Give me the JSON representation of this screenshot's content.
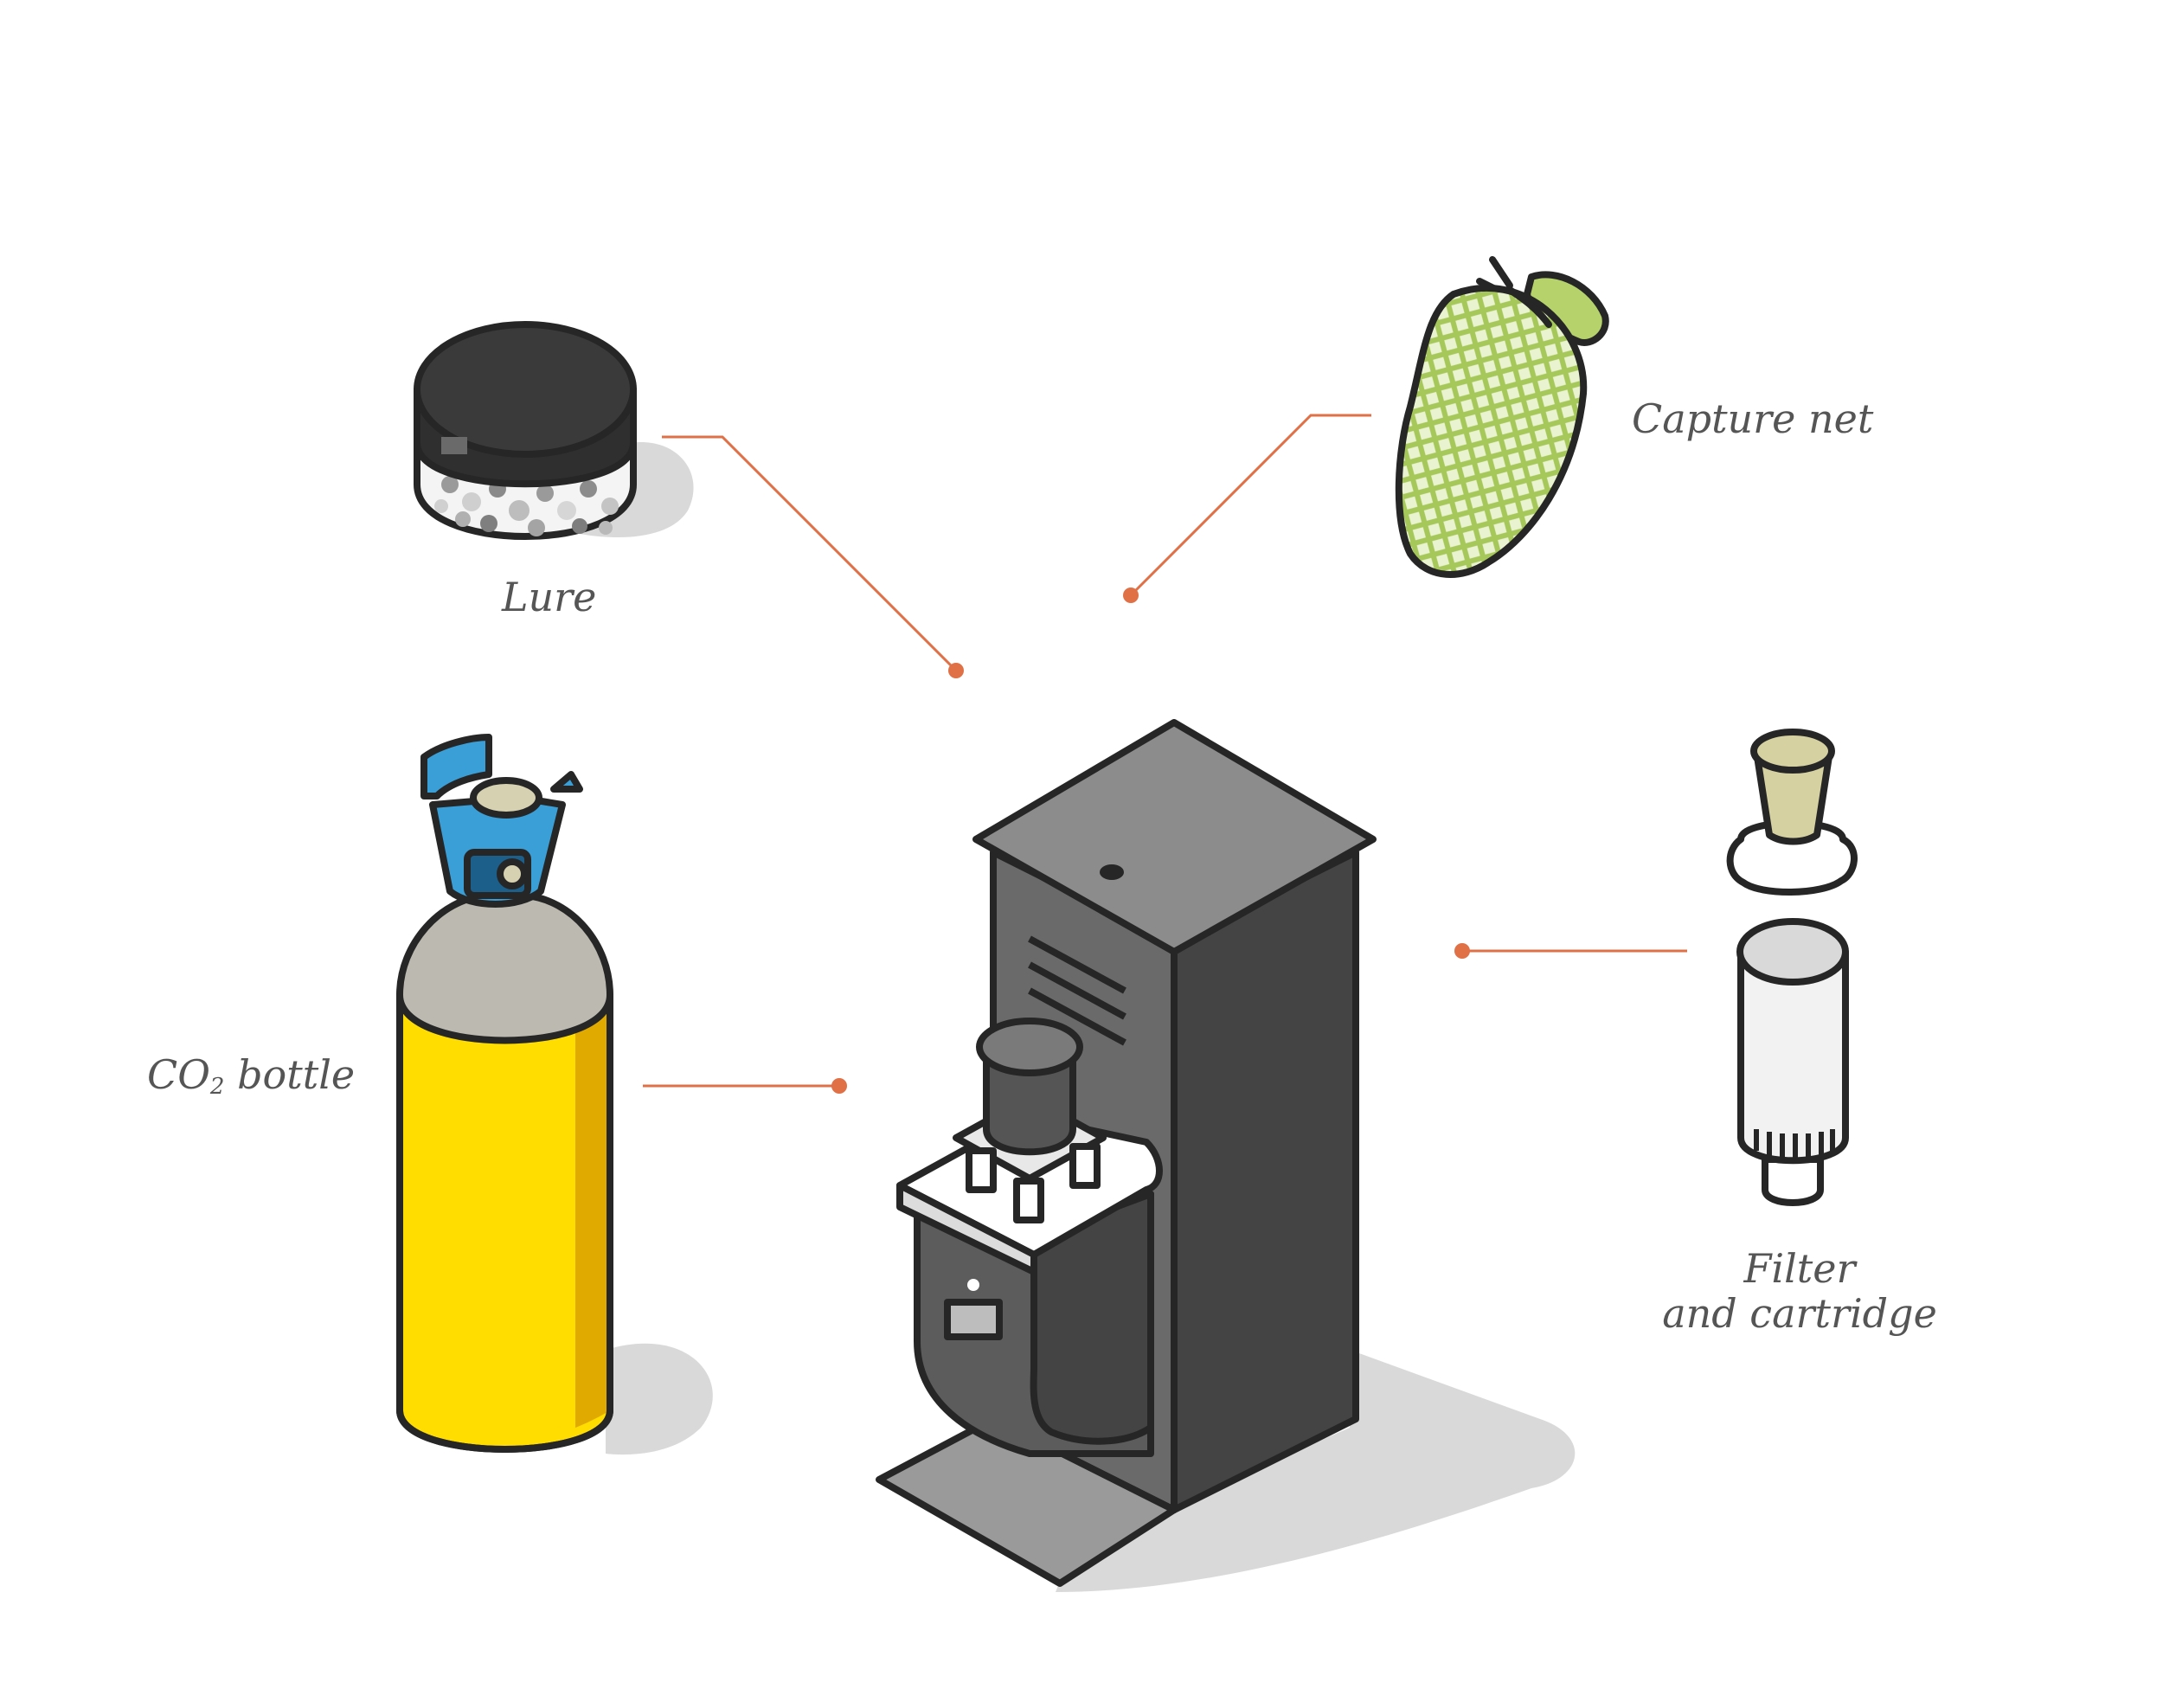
{
  "labels": {
    "lure": "Lure",
    "capture_net": "Capture net",
    "co2_prefix": "CO",
    "co2_subscript": "2",
    "co2_suffix": "bottle",
    "filter_line1": "Filter",
    "filter_line2": "and cartridge"
  },
  "colors": {
    "leader_line": "#e07045",
    "outline": "#262626",
    "device_body": "#555555",
    "device_top": "#8c8c8c",
    "bottle_yellow": "#ffdd00",
    "bottle_shoulder": "#bcbab0",
    "valve_blue": "#3a9fd6",
    "net_green": "#b5d36a",
    "shadow": "#d9d9d9"
  }
}
